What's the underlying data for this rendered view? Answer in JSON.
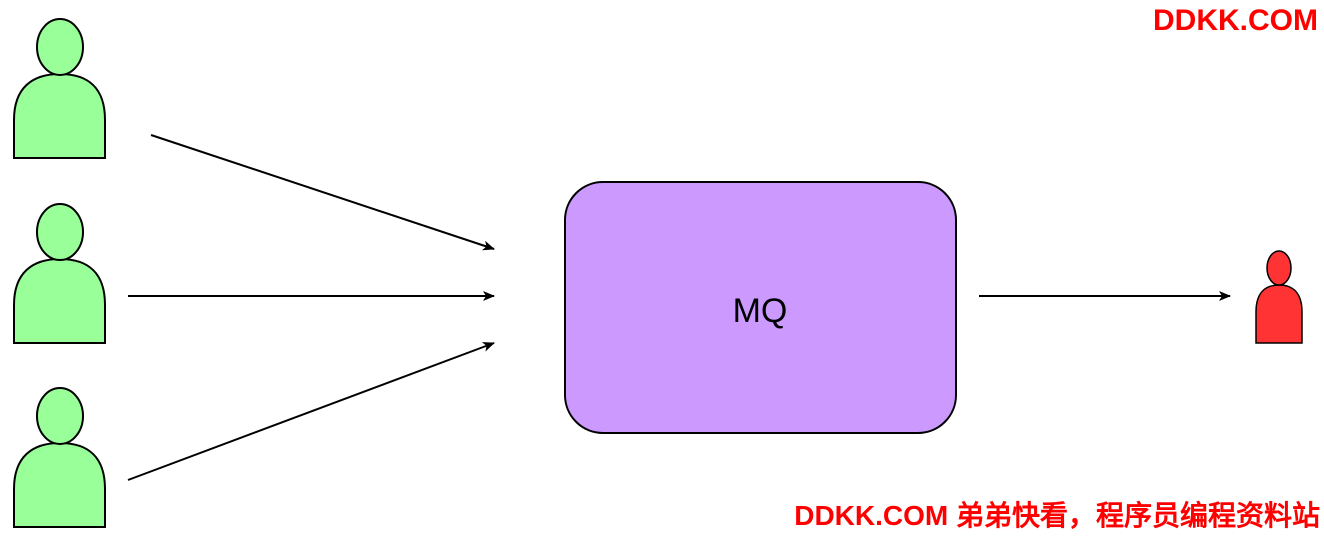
{
  "diagram": {
    "queue_label": "MQ",
    "colors": {
      "producer": "#99ff99",
      "consumer": "#ff3333",
      "queue": "#cc99ff"
    }
  },
  "watermark": {
    "top": "DDKK.COM",
    "bottom": "DDKK.COM 弟弟快看，程序员编程资料站"
  }
}
